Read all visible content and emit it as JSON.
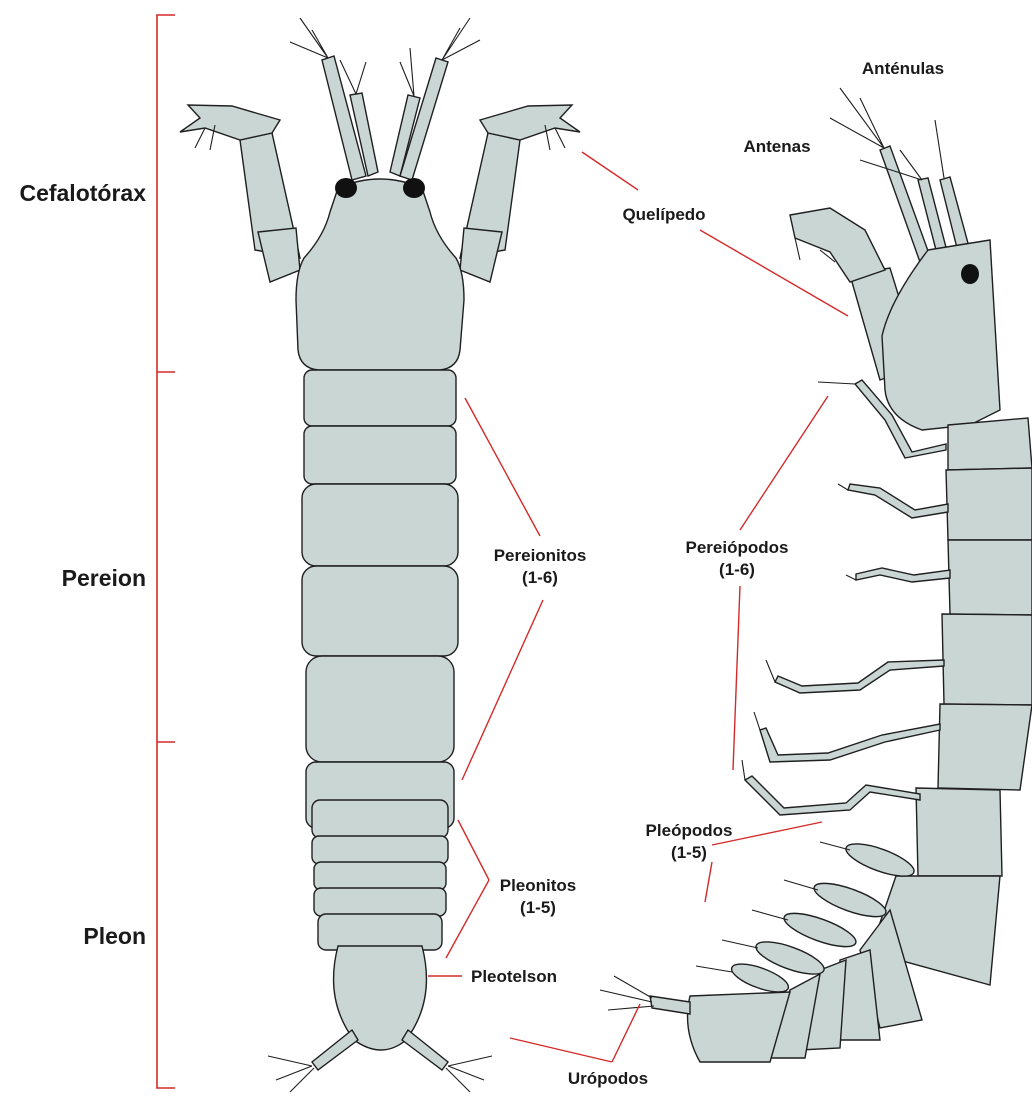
{
  "sections": {
    "cephalothorax": "Cefalotórax",
    "pereion": "Pereion",
    "pleon": "Pleon"
  },
  "labels": {
    "antennules": "Anténulas",
    "antennae": "Antenas",
    "cheliped": "Quelípedo",
    "pereionites": [
      "Pereionitos",
      "(1-6)"
    ],
    "pereiopods": [
      "Pereiópodos",
      "(1-6)"
    ],
    "pleonites": [
      "Pleonitos",
      "(1-5)"
    ],
    "pleopods": [
      "Pleópodos",
      "(1-5)"
    ],
    "pleotelson": "Pleotelson",
    "uropods": "Urópodos"
  },
  "colors": {
    "body_fill": "#c9d6d3",
    "outline": "#1f1f1f",
    "leader_lines": "#d42a2a"
  }
}
